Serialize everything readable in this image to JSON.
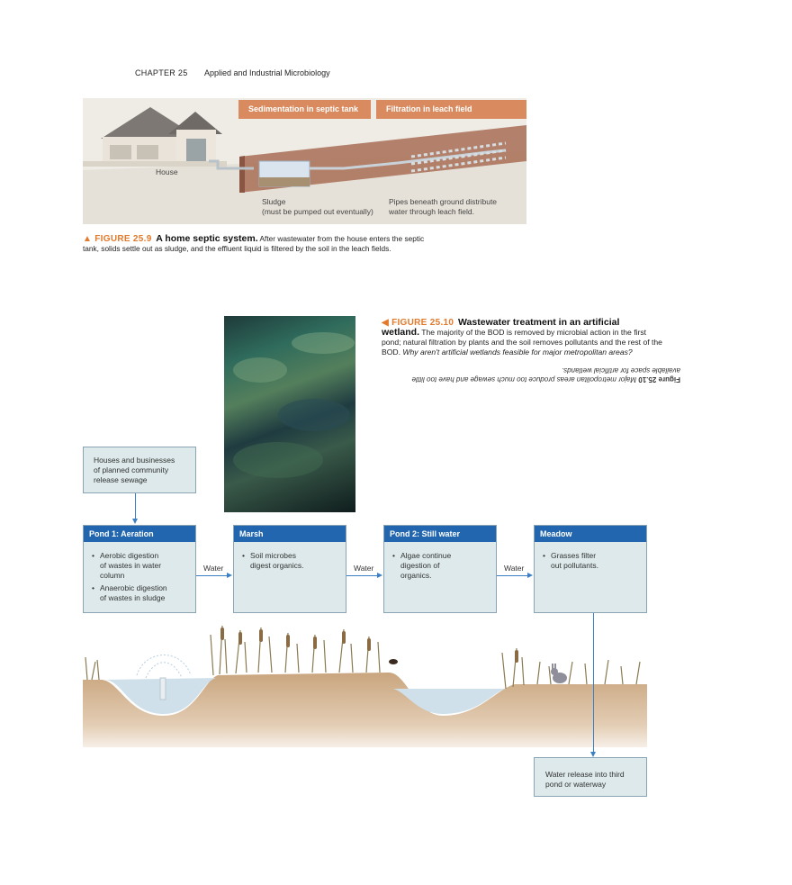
{
  "header": {
    "chapter": "CHAPTER 25",
    "title": "Applied and Industrial Microbiology"
  },
  "septic": {
    "label_sedimentation": "Sedimentation in septic tank",
    "label_filtration": "Filtration in leach field",
    "house": "House",
    "sludge_line1": "Sludge",
    "sludge_line2": "(must be pumped out eventually)",
    "pipes_line1": "Pipes beneath ground distribute",
    "pipes_line2": "water through leach field."
  },
  "fig259": {
    "lead": "▲ FIGURE 25.9",
    "title": "A home septic system.",
    "text1": "After wastewater from the house enters the septic",
    "text2": "tank, solids settle out as sludge, and the effluent liquid is filtered by the soil in the leach fields."
  },
  "fig2510": {
    "lead": "◀ FIGURE 25.10",
    "title1": "Wastewater treatment in an artificial",
    "title2": "wetland.",
    "text1": "The majority of the BOD is removed by microbial action in the first",
    "text2": "pond; natural filtration by plants and the soil removes pollutants and the rest of the",
    "text3": "BOD.",
    "question": "Why aren't artificial wetlands feasible for major metropolitan areas?",
    "answer_lead": "Figure 25.10",
    "answer1": "Major metropolitan areas produce too much sewage and have too little",
    "answer2": "available space for artificial wetlands."
  },
  "flow": {
    "source": [
      "Houses and businesses",
      "of planned community",
      "release sewage"
    ],
    "pond1": {
      "title": "Pond 1: Aeration",
      "bullets": [
        [
          "Aerobic digestion",
          "of wastes in water",
          "column"
        ],
        [
          "Anaerobic digestion",
          "of wastes in sludge"
        ]
      ]
    },
    "marsh": {
      "title": "Marsh",
      "bullets": [
        [
          "Soil microbes",
          "digest organics."
        ]
      ]
    },
    "pond2": {
      "title": "Pond 2: Still water",
      "bullets": [
        [
          "Algae continue",
          "digestion of",
          "organics."
        ]
      ]
    },
    "meadow": {
      "title": "Meadow",
      "bullets": [
        [
          "Grasses filter",
          "out pollutants."
        ]
      ]
    },
    "water": "Water",
    "release": [
      "Water release into third",
      "pond or waterway"
    ]
  },
  "colors": {
    "accent_orange": "#e2792b",
    "bar_orange": "#d98b5f",
    "box_blue": "#2266b0",
    "box_fill": "#dde9ea"
  }
}
